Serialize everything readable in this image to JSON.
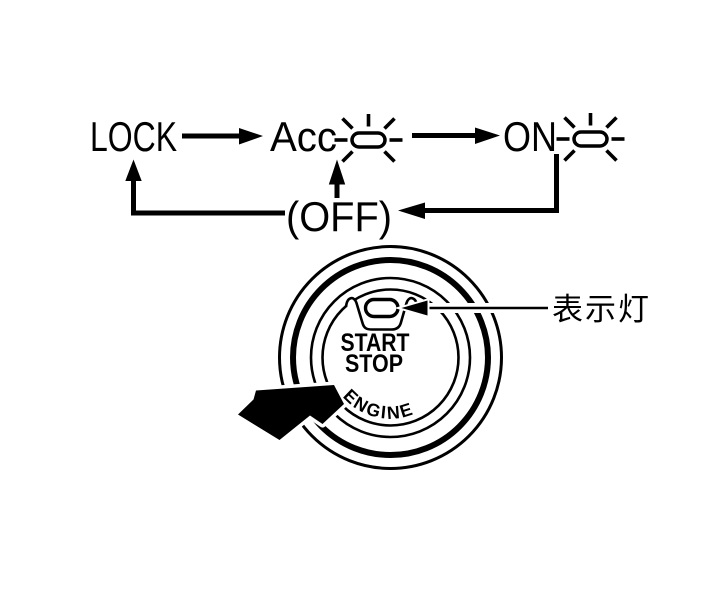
{
  "colors": {
    "background": "#ffffff",
    "ink": "#000000"
  },
  "state_diagram": {
    "lock_label": "LOCK",
    "acc_label": "Acc",
    "on_label": "ON",
    "off_label": "(OFF)"
  },
  "start_button": {
    "start_label": "START",
    "stop_label": "STOP",
    "engine_label": "ENGINE"
  },
  "callout": {
    "indicator_label": "表示灯"
  },
  "icons": {
    "blinking_lamp": "outlined-pill-with-radiating-dashes",
    "press_arrow": "solid-black-push-arrow",
    "flow_arrow_head": "solid-triangle",
    "callout_arrow": "thin-line-with-solid-left-triangle"
  }
}
